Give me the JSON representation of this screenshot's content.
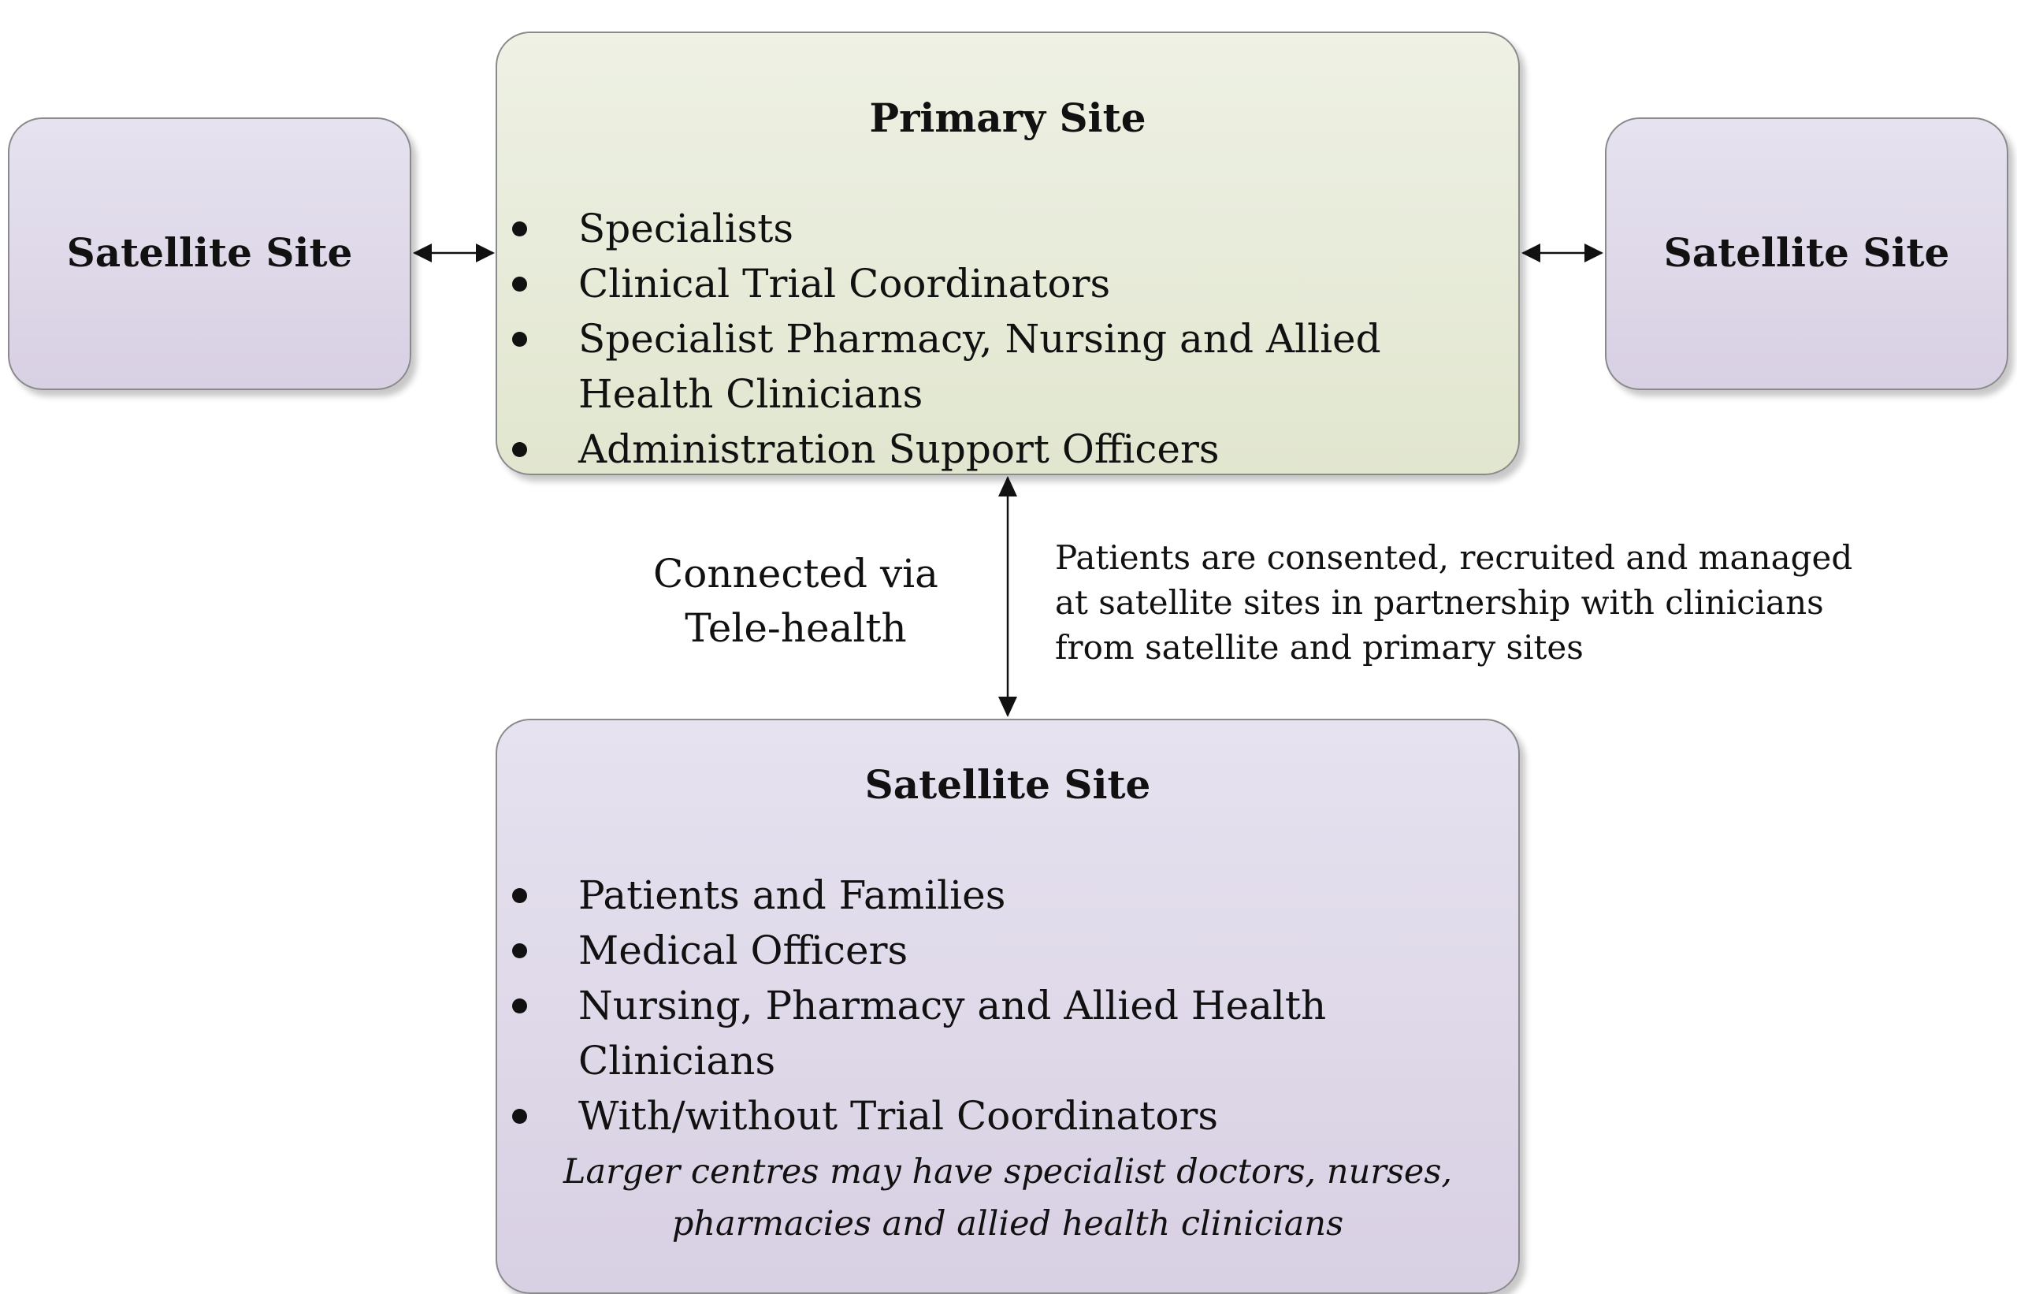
{
  "primary_site": {
    "title": "Primary Site",
    "items": [
      "Specialists",
      "Clinical Trial Coordinators",
      "Specialist Pharmacy, Nursing and Allied Health Clinicians",
      "Administration Support Officers"
    ]
  },
  "satellite_left": {
    "title": "Satellite Site"
  },
  "satellite_right": {
    "title": "Satellite Site"
  },
  "satellite_bottom": {
    "title": "Satellite Site",
    "items": [
      "Patients and Families",
      "Medical Officers",
      "Nursing, Pharmacy and Allied Health Clinicians",
      "With/without Trial Coordinators"
    ],
    "note": "Larger centres may have specialist doctors, nurses, pharmacies and allied health clinicians"
  },
  "connection_label": {
    "line1": "Connected via",
    "line2": "Tele-health"
  },
  "patients_note": {
    "line1": "Patients are consented, recruited and managed",
    "line2": "at satellite sites in partnership with clinicians",
    "line3": "from satellite and primary sites"
  },
  "colors": {
    "primary_box": "#e5e9d4",
    "satellite_box": "#ddd6e8",
    "border": "#8a8a8a",
    "arrow": "#111111"
  }
}
